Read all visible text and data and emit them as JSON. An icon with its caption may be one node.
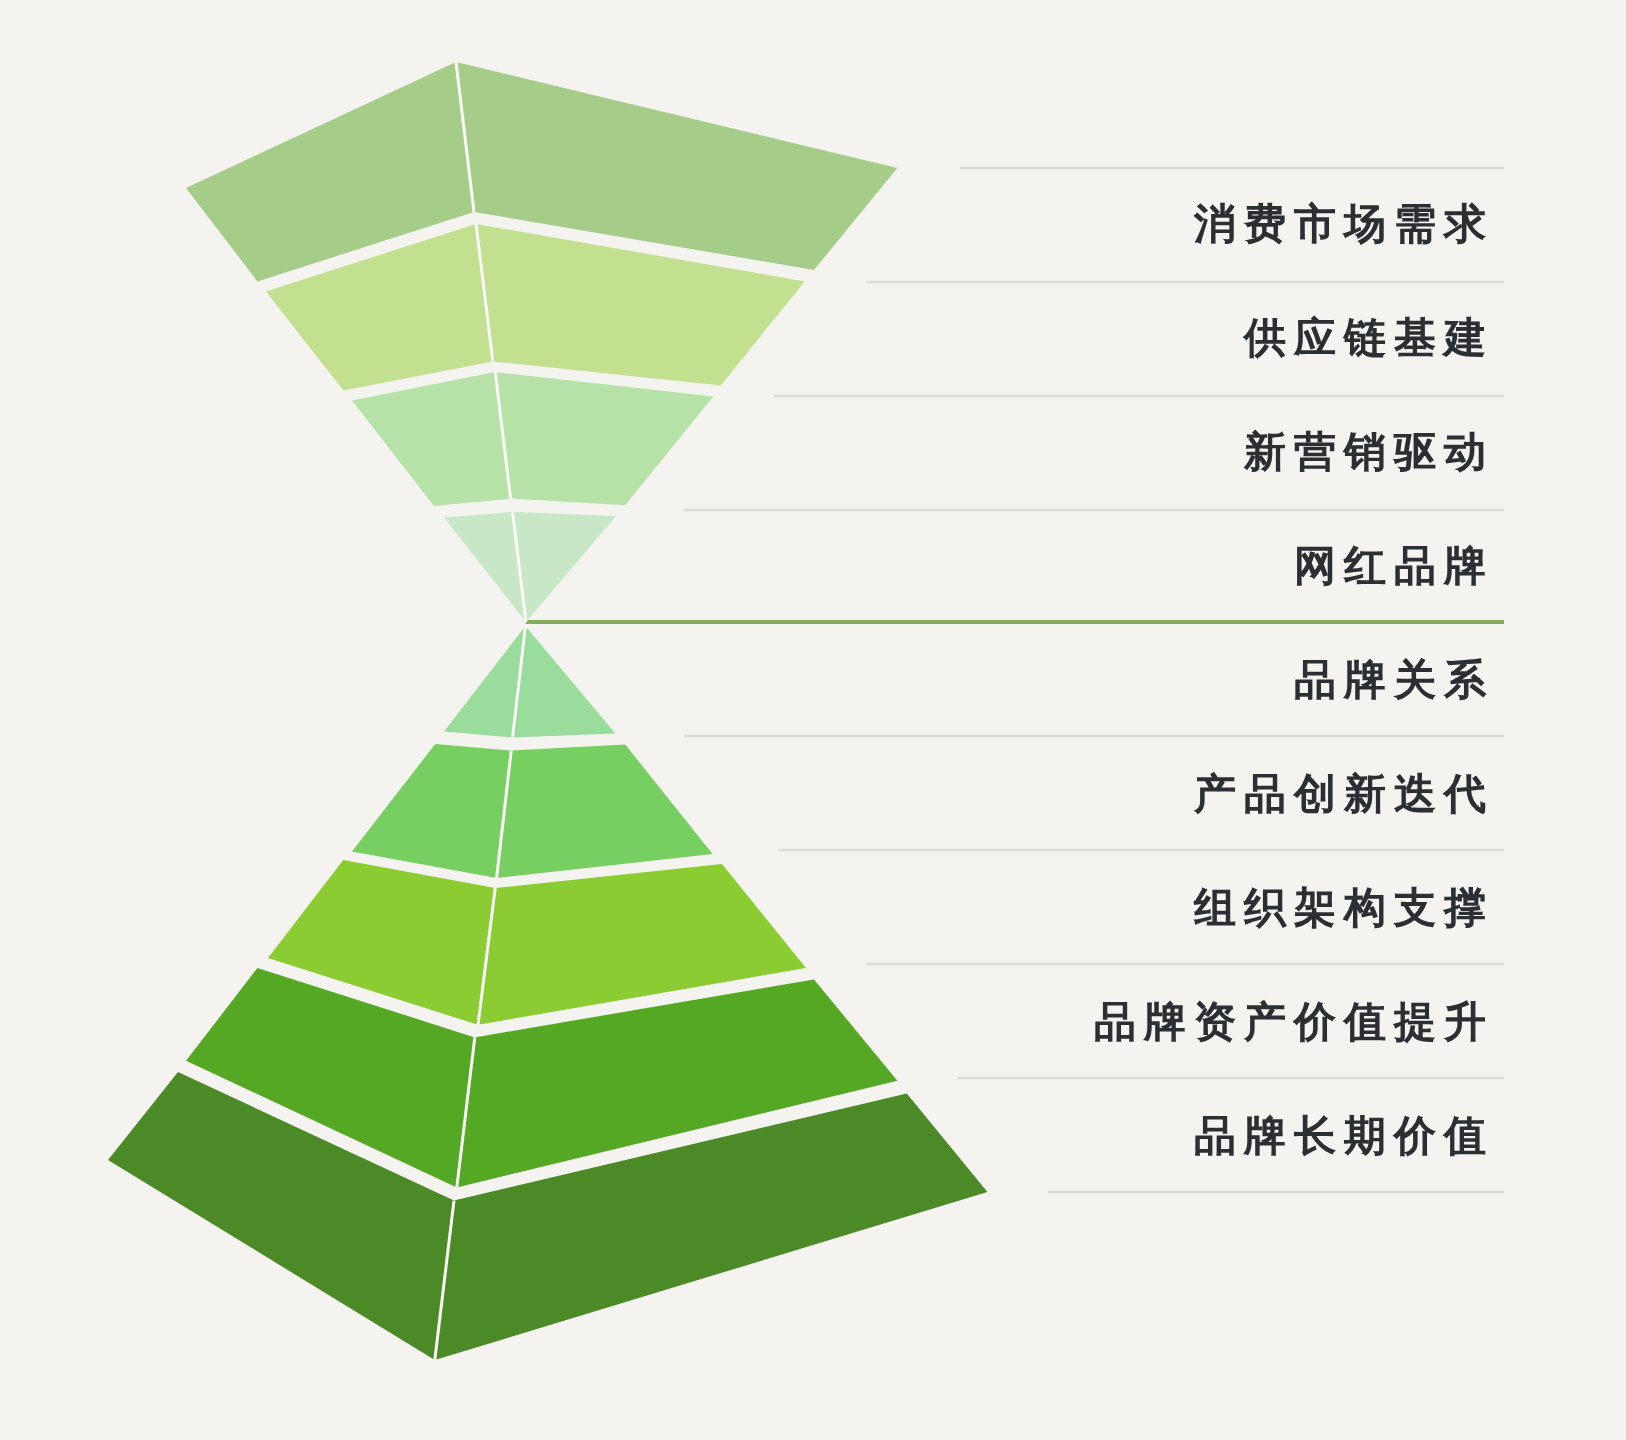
{
  "diagram": {
    "nodes": [
      {
        "text": [],
        "shape": "trapezoid"
      },
      {
        "text": [],
        "shape": "trapezoid"
      },
      {
        "text": [],
        "shape": "trapezoid"
      },
      {
        "text": [],
        "shape": "triangle"
      },
      {
        "text": [],
        "shape": "triangle"
      },
      {
        "text": [],
        "shape": "trapezoid"
      },
      {
        "text": [],
        "shape": "trapezoid"
      },
      {
        "text": [],
        "shape": "trapezoid"
      },
      {
        "text": [],
        "shape": "trapezoid"
      }
    ],
    "labels": [
      "消费市场需求",
      "供应链基建",
      "新营销驱动",
      "网红品牌",
      "品牌关系",
      "产品创新迭代",
      "组织架构支撑",
      "品牌资产价值提升",
      "品牌长期价值"
    ]
  }
}
